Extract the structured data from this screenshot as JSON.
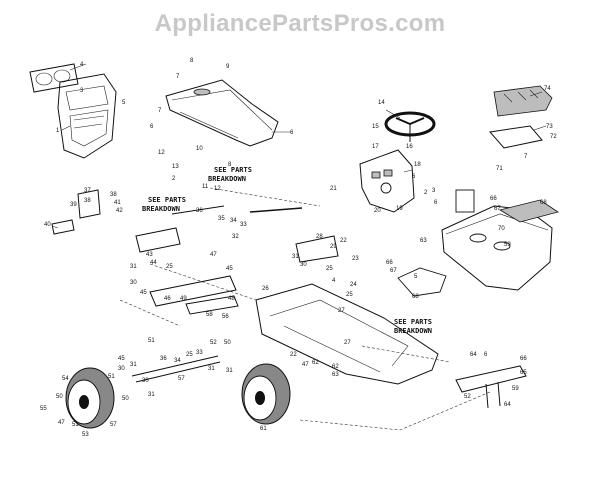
{
  "watermark": "AppliancePartsPros.com",
  "notes": [
    "SEE PARTS",
    "BREAKDOWN"
  ],
  "callouts": [
    "1",
    "2",
    "3",
    "4",
    "5",
    "6",
    "7",
    "8",
    "9",
    "10",
    "11",
    "12",
    "13",
    "14",
    "15",
    "16",
    "17",
    "18",
    "19",
    "20",
    "21",
    "22",
    "23",
    "24",
    "25",
    "26",
    "27",
    "28",
    "29",
    "30",
    "31",
    "32",
    "33",
    "34",
    "35",
    "36",
    "37",
    "38",
    "39",
    "40",
    "41",
    "42",
    "43",
    "44",
    "45",
    "46",
    "47",
    "48",
    "49",
    "50",
    "51",
    "52",
    "53",
    "54",
    "55",
    "56",
    "57",
    "58",
    "59",
    "60",
    "61",
    "62",
    "63",
    "64",
    "65",
    "66",
    "67",
    "68",
    "69",
    "70",
    "71",
    "72",
    "73",
    "74"
  ]
}
